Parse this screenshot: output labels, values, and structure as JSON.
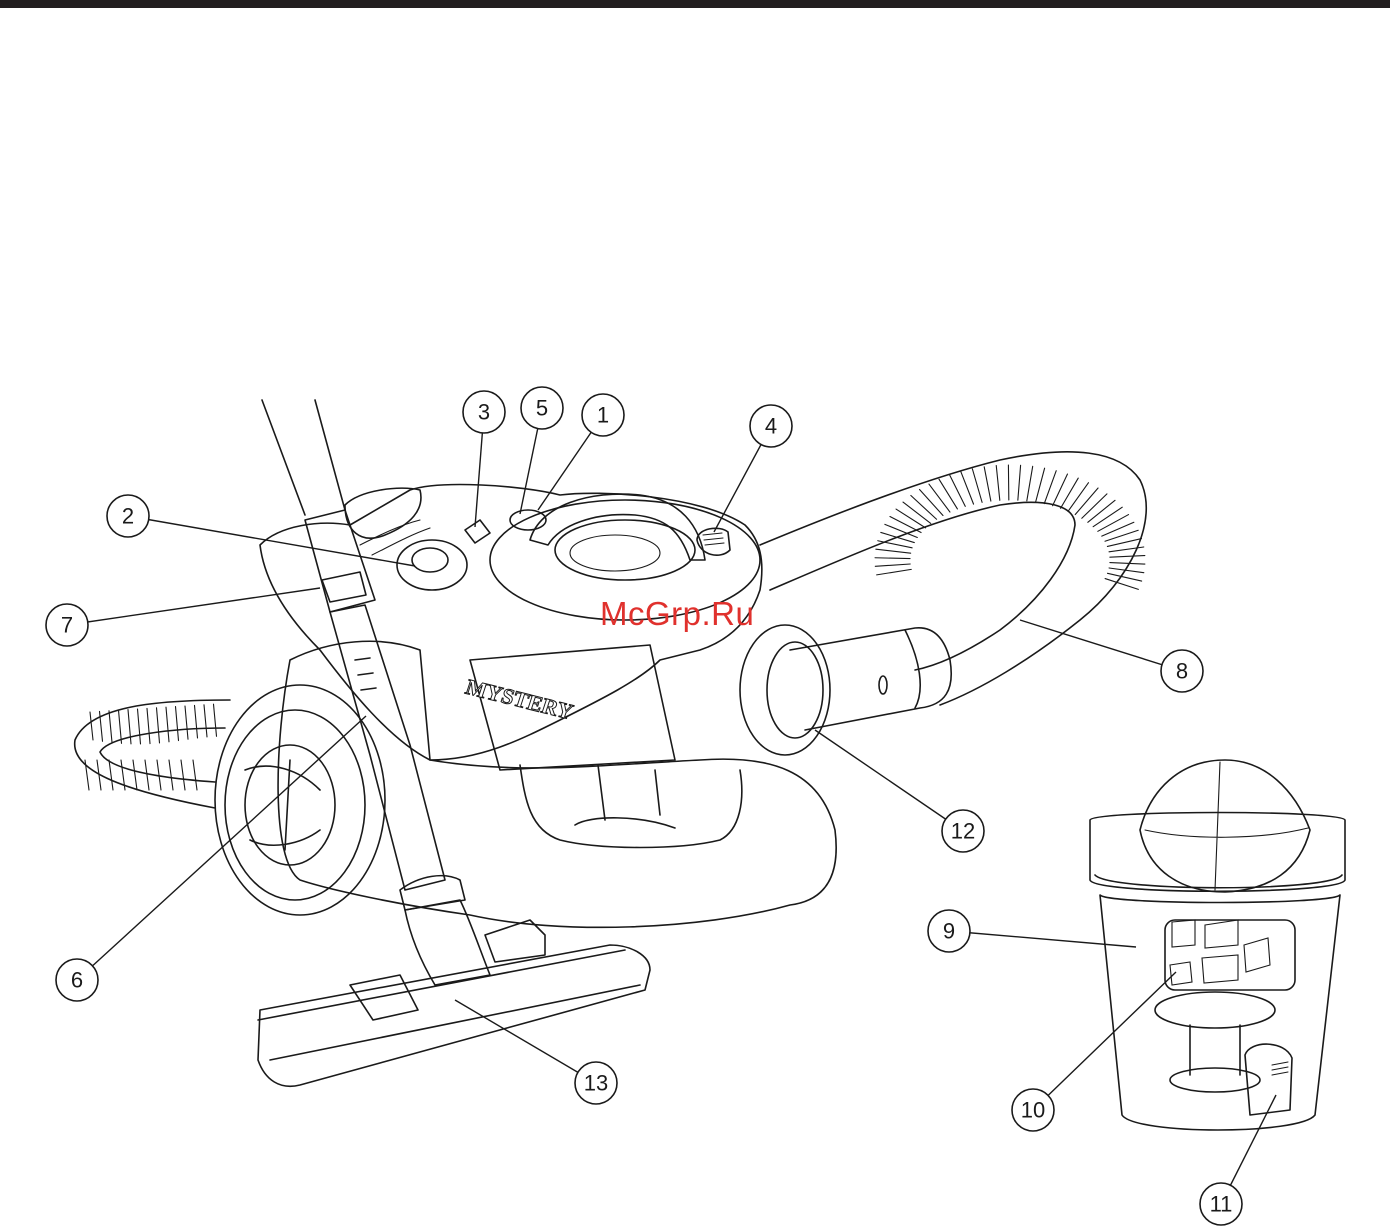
{
  "watermark": "McGrp.Ru",
  "brand_label": "MYSTERY",
  "callouts": [
    {
      "id": "c1",
      "label": "1"
    },
    {
      "id": "c2",
      "label": "2"
    },
    {
      "id": "c3",
      "label": "3"
    },
    {
      "id": "c4",
      "label": "4"
    },
    {
      "id": "c5",
      "label": "5"
    },
    {
      "id": "c6",
      "label": "6"
    },
    {
      "id": "c7",
      "label": "7"
    },
    {
      "id": "c8",
      "label": "8"
    },
    {
      "id": "c9",
      "label": "9"
    },
    {
      "id": "c10",
      "label": "10"
    },
    {
      "id": "c11",
      "label": "11"
    },
    {
      "id": "c12",
      "label": "12"
    },
    {
      "id": "c13",
      "label": "13"
    }
  ]
}
